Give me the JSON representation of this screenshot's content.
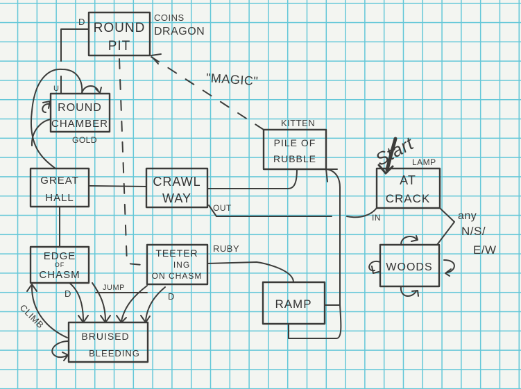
{
  "diagram": {
    "nodes": [
      {
        "id": "round_pit",
        "line1": "ROUND",
        "line2": "PIT"
      },
      {
        "id": "round_chamber",
        "line1": "ROUND",
        "line2": "CHAMBER"
      },
      {
        "id": "great_hall",
        "line1": "GREAT",
        "line2": "HALL"
      },
      {
        "id": "crawl_way",
        "line1": "CRAWL",
        "line2": "WAY"
      },
      {
        "id": "pile_of_rubble",
        "line1": "PILE OF",
        "line2": "RUBBLE"
      },
      {
        "id": "at_crack",
        "line1": "AT",
        "line2": "CRACK"
      },
      {
        "id": "woods",
        "line1": "WOODS",
        "line2": ""
      },
      {
        "id": "edge_of_chasm",
        "line1": "EDGE",
        "line1b": "OF",
        "line2": "CHASM"
      },
      {
        "id": "teetering",
        "line1": "TEETER",
        "line1b": "ING",
        "line2": "ON CHASM"
      },
      {
        "id": "ramp",
        "line1": "RAMP",
        "line2": ""
      },
      {
        "id": "bruised",
        "line1": "BRUISED",
        "line2": "BLEEDING"
      }
    ],
    "items": {
      "coins": "COINS",
      "dragon": "DRAGON",
      "gold": "GOLD",
      "kitten": "KITTEN",
      "lamp": "LAMP",
      "ruby": "RUBY"
    },
    "edge_labels": {
      "d_pit": "D",
      "u_chamber": "U",
      "magic": "\"MAGIC\"",
      "out": "OUT",
      "in": "IN",
      "any": "any",
      "nsew1": "N/S/",
      "nsew2": "E/W",
      "jump": "JUMP",
      "d_edge": "D",
      "d_teeter": "D",
      "climb": "CLIMB"
    },
    "start_label": "Start",
    "colors": {
      "ink": "#3a3a38",
      "grid": "#63c7d8",
      "paper": "#f3f5f1"
    }
  }
}
